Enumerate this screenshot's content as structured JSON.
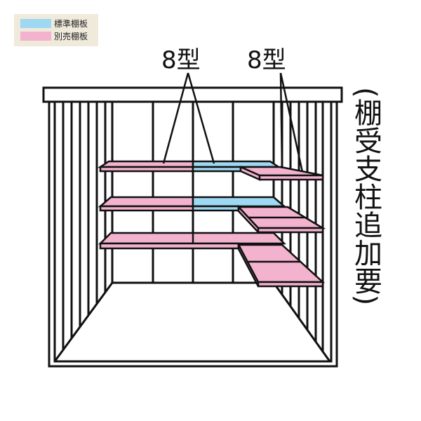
{
  "legend": {
    "items": [
      {
        "label": "標準棚板",
        "color": "#9ed8f2"
      },
      {
        "label": "別売棚板",
        "color": "#f3b3cf"
      }
    ]
  },
  "labels": {
    "left_type": "8型",
    "right_type": "8型"
  },
  "note": "(棚受支柱追加要)",
  "colors": {
    "standard": "#9ed8f2",
    "optional": "#f3b3cf",
    "line": "#111111"
  }
}
